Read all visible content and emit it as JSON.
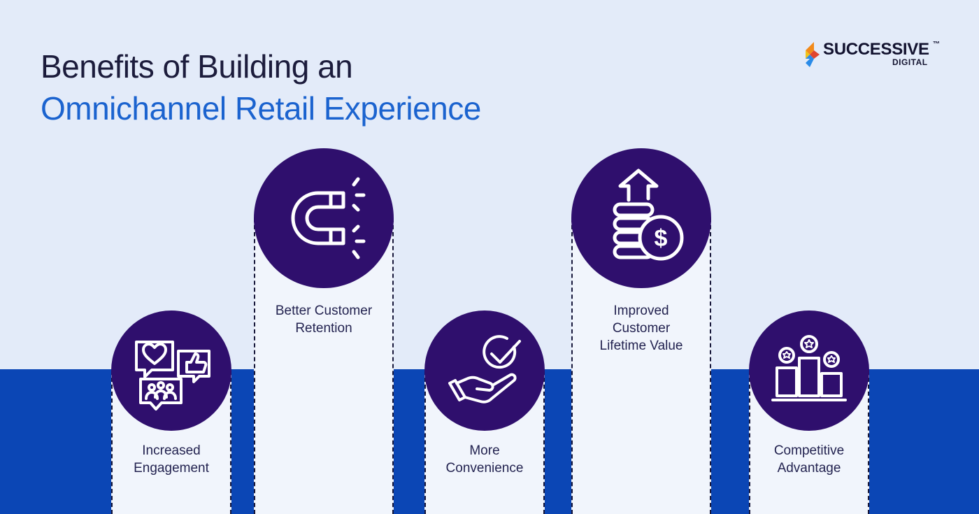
{
  "title": {
    "line1": "Benefits of Building an",
    "line2": "Omnichannel Retail Experience"
  },
  "logo": {
    "name": "SUCCESSIVE",
    "tm": "™",
    "sub": "DIGITAL"
  },
  "benefits": [
    {
      "line1": "Increased",
      "line2": "Engagement",
      "line3": "",
      "icon": "social-engagement-icon"
    },
    {
      "line1": "Better Customer",
      "line2": "Retention",
      "line3": "",
      "icon": "magnet-icon"
    },
    {
      "line1": "More",
      "line2": "Convenience",
      "line3": "",
      "icon": "hand-check-icon"
    },
    {
      "line1": "Improved",
      "line2": "Customer",
      "line3": "Lifetime Value",
      "icon": "coins-growth-icon"
    },
    {
      "line1": "Competitive",
      "line2": "Advantage",
      "line3": "",
      "icon": "podium-icon"
    }
  ],
  "colors": {
    "background": "#e3ebf9",
    "band": "#0b46b5",
    "circle": "#2f0f6d",
    "card": "#f1f5fc",
    "title_dark": "#1c1c3c",
    "title_accent": "#1b63cf"
  }
}
